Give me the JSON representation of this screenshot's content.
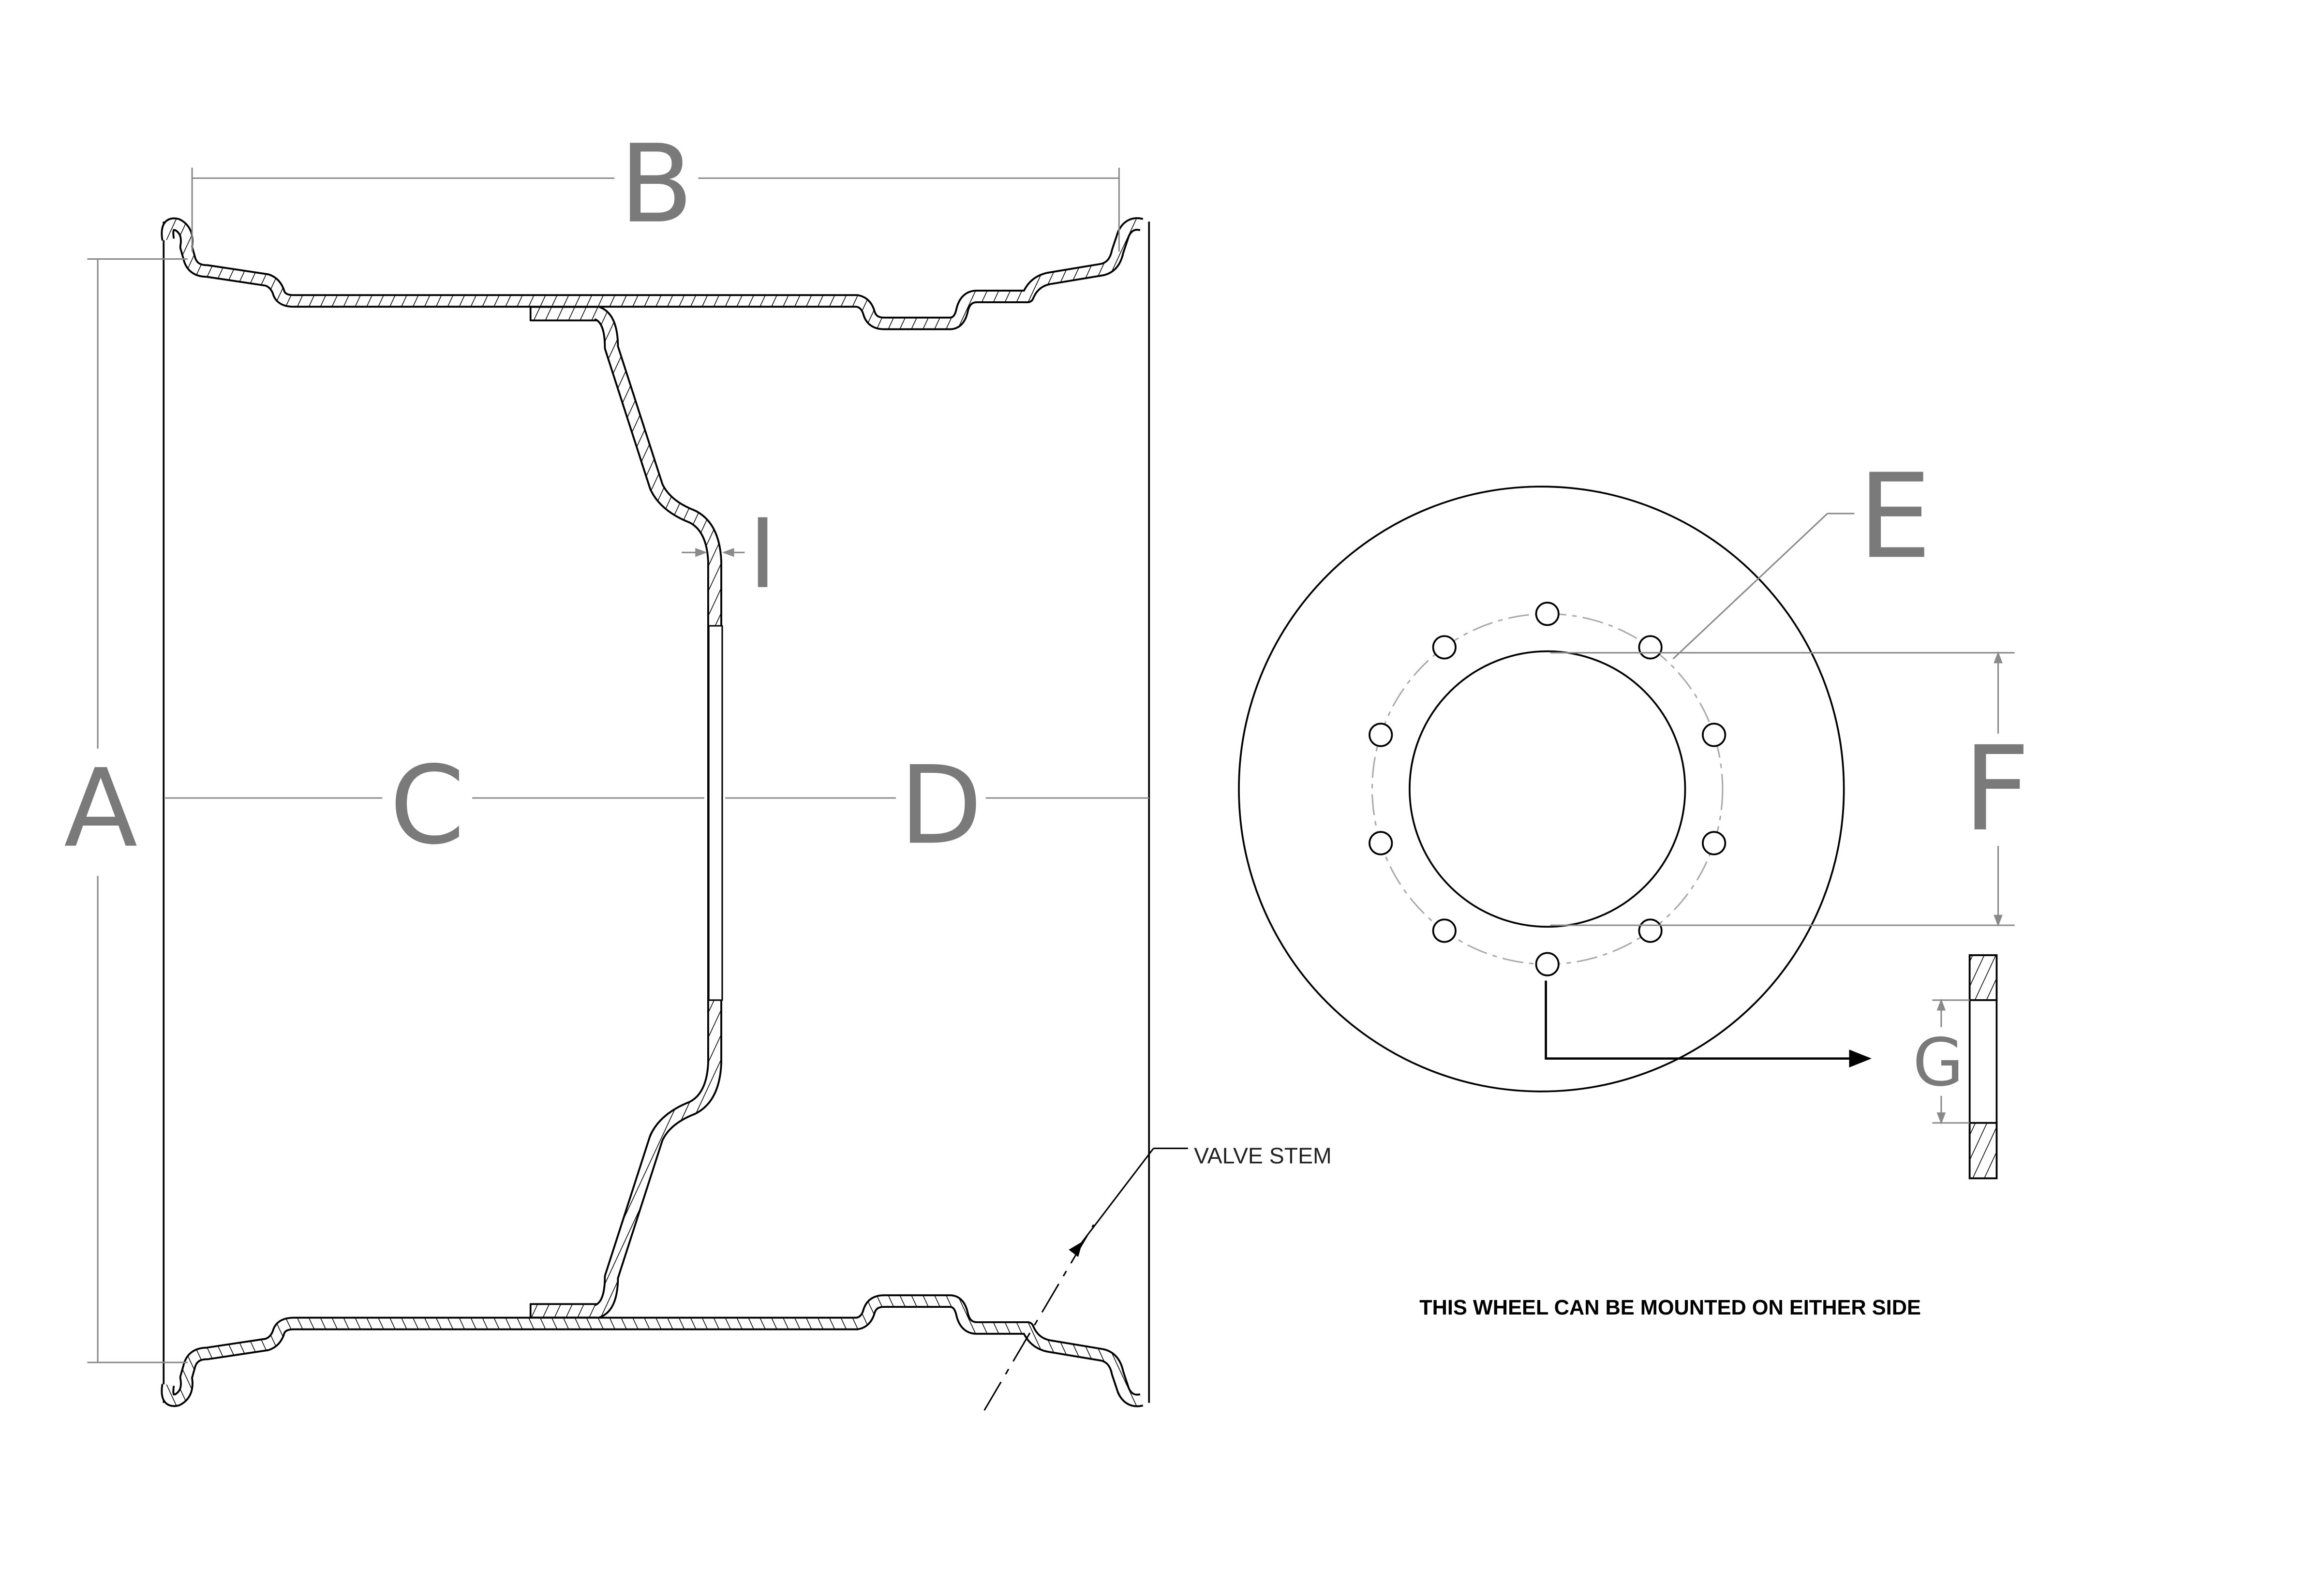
{
  "labels": {
    "A": "A",
    "B": "B",
    "C": "C",
    "D": "D",
    "E": "E",
    "F": "F",
    "G": "G",
    "I": "I"
  },
  "callouts": {
    "valve_stem": "VALVE STEM"
  },
  "note": "THIS WHEEL CAN BE MOUNTED ON EITHER SIDE",
  "colors": {
    "line": "#000000",
    "dimension": "#8a8a8a",
    "dimension_text": "#7a7a7a"
  },
  "bolt_hole_count": 10
}
